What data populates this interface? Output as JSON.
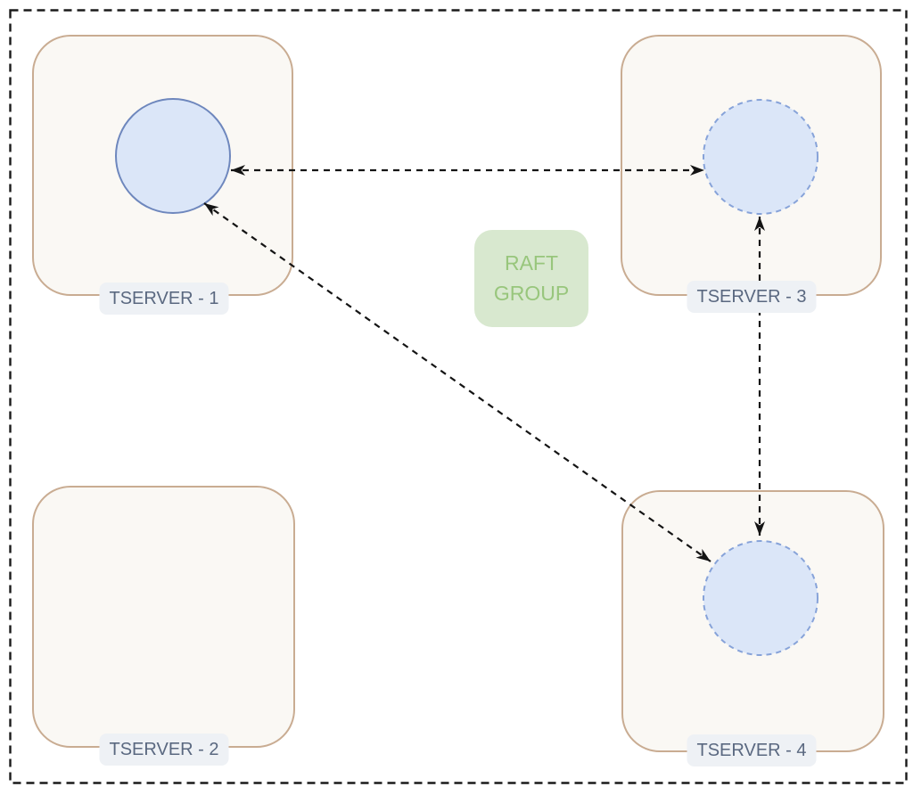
{
  "diagram": {
    "kind": "raft-group-replication-diagram",
    "servers": [
      {
        "id": "tserver-1",
        "label": "TSERVER - 1",
        "replica_circle": "solid"
      },
      {
        "id": "tserver-2",
        "label": "TSERVER - 2",
        "replica_circle": "none"
      },
      {
        "id": "tserver-3",
        "label": "TSERVER - 3",
        "replica_circle": "dashed"
      },
      {
        "id": "tserver-4",
        "label": "TSERVER - 4",
        "replica_circle": "dashed"
      }
    ],
    "raft_group": {
      "label_line1": "RAFT",
      "label_line2": "GROUP"
    },
    "connections": [
      {
        "from": "tserver-1",
        "to": "tserver-3",
        "style": "dashed",
        "bidirectional": true
      },
      {
        "from": "tserver-3",
        "to": "tserver-4",
        "style": "dashed",
        "bidirectional": true
      },
      {
        "from": "tserver-1",
        "to": "tserver-4",
        "style": "dashed",
        "bidirectional": true
      }
    ],
    "colors": {
      "boundary": "#1a1a1a",
      "server_box_fill": "#faf8f4",
      "server_box_border": "#c9ac92",
      "replica_fill": "#dbe6f8",
      "replica_stroke_solid": "#6e87bd",
      "replica_stroke_dashed": "#87a3d9",
      "label_bg": "#eef1f5",
      "label_text": "#5a6880",
      "group_bg": "#d8e8cf",
      "group_text": "#98c67c",
      "arrow": "#141414"
    }
  }
}
